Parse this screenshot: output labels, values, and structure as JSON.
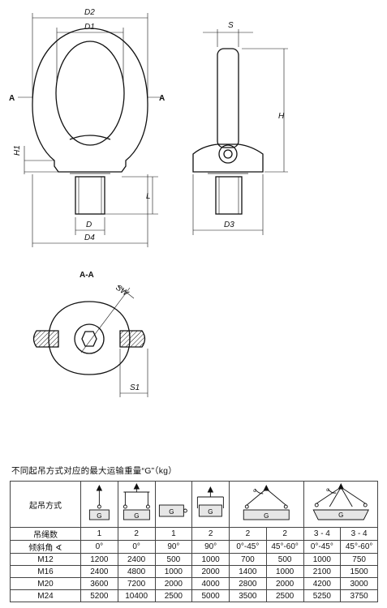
{
  "drawing": {
    "dimensions": {
      "d2": "D2",
      "d1": "D1",
      "s": "S",
      "a_left": "A",
      "a_right": "A",
      "h": "H",
      "h1": "H1",
      "l": "L",
      "d": "D",
      "d4": "D4",
      "d3": "D3",
      "section": "A-A",
      "sw": "SW",
      "s1": "S1"
    }
  },
  "table": {
    "caption": "不同起吊方式对应的最大运输重量“G”（kg）",
    "header_label": "起吊方式",
    "load_symbol": "G",
    "rows": [
      {
        "label": "吊绳数",
        "values": [
          "1",
          "2",
          "1",
          "2",
          "2",
          "2",
          "3 - 4",
          "3 - 4"
        ]
      },
      {
        "label": "倾斜角 ∢",
        "values": [
          "0°",
          "0°",
          "90°",
          "90°",
          "0°-45°",
          "45°-60°",
          "0°-45°",
          "45°-60°"
        ]
      },
      {
        "label": "M12",
        "values": [
          "1200",
          "2400",
          "500",
          "1000",
          "700",
          "500",
          "1000",
          "750"
        ]
      },
      {
        "label": "M16",
        "values": [
          "2400",
          "4800",
          "1000",
          "2000",
          "1400",
          "1000",
          "2100",
          "1500"
        ]
      },
      {
        "label": "M20",
        "values": [
          "3600",
          "7200",
          "2000",
          "4000",
          "2800",
          "2000",
          "4200",
          "3000"
        ]
      },
      {
        "label": "M24",
        "values": [
          "5200",
          "10400",
          "2500",
          "5000",
          "3500",
          "2500",
          "5250",
          "3750"
        ]
      }
    ],
    "angle_mark": "α"
  }
}
